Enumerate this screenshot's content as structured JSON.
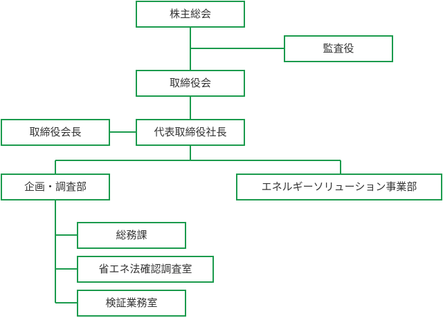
{
  "colors": {
    "accent": "#1a9a4c",
    "text": "#333333",
    "background": "#ffffff"
  },
  "org": {
    "shareholders_meeting": "株主総会",
    "auditor": "監査役",
    "board_of_directors": "取締役会",
    "chairman": "取締役会長",
    "president": "代表取締役社長",
    "planning_research": "企画・調査部",
    "energy_solution": "エネルギーソリューション事業部",
    "general_affairs": "総務課",
    "energy_law_office": "省エネ法確認調査室",
    "inspection_office": "検証業務室"
  }
}
